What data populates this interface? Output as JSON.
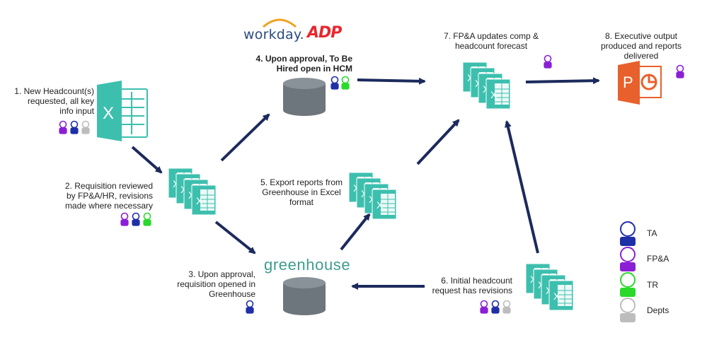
{
  "steps": {
    "s1": [
      "1. New Headcount(s)",
      "requested, all key",
      "info input"
    ],
    "s2": [
      "2. Requisition reviewed",
      "by FP&A/HR, revisions",
      "made where necessary"
    ],
    "s3": [
      "3. Upon approval,",
      "requisition opened in",
      "Greenhouse"
    ],
    "s4": [
      "4. Upon approval, To Be",
      "Hired open in HCM"
    ],
    "s5": [
      "5. Export reports from",
      "Greenhouse in Excel",
      "format"
    ],
    "s6": [
      "6. Initial headcount",
      "request has revisions"
    ],
    "s7": [
      "7. FP&A updates comp &",
      "headcount forecast"
    ],
    "s8": [
      "8. Executive output",
      "produced and reports",
      "delivered"
    ]
  },
  "brands": {
    "workday": "workday.",
    "adp": "ADP",
    "greenhouse": "greenhouse"
  },
  "icons": {
    "excel_letter": "X",
    "powerpoint_letter": "P"
  },
  "legend": [
    {
      "label": "TA",
      "color": "#1f2fa8"
    },
    {
      "label": "FP&A",
      "color": "#8a1fd6"
    },
    {
      "label": "TR",
      "color": "#2bd92b"
    },
    {
      "label": "Depts",
      "color": "#bdbdbd"
    }
  ],
  "colors": {
    "arrow": "#1c2a5c",
    "excel": "#3dbfae",
    "excel_dark": "#1f8f82",
    "database": "#6e767d",
    "powerpoint": "#e8602c"
  }
}
